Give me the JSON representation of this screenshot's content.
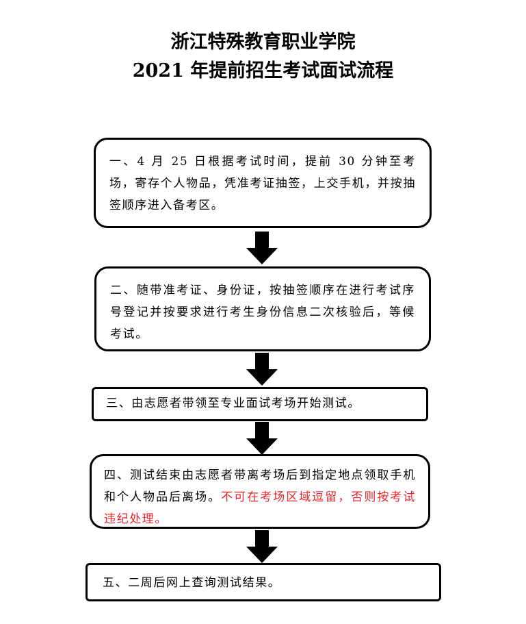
{
  "header": {
    "line1": "浙江特殊教育职业学院",
    "line2": "2021 年提前招生考试面试流程"
  },
  "steps": [
    {
      "text": "一、4 月 25 日根据考试时间，提前 30 分钟至考场，寄存个人物品，凭准考证抽签，上交手机，并按抽签顺序进入备考区。"
    },
    {
      "text": "二、随带准考证、身份证，按抽签顺序在进行考试序号登记并按要求进行考生身份信息二次核验后，等候考试。"
    },
    {
      "text": "三、由志愿者带领至专业面试考场开始测试。"
    },
    {
      "text": "四、测试结束由志愿者带离考场后到指定地点领取手机和个人物品后离场。",
      "warning": "不可在考场区域逗留，否则按考试违纪处理。"
    },
    {
      "text": "五、二周后网上查询测试结果。"
    }
  ],
  "colors": {
    "warning": "#e8242b",
    "border": "#000000",
    "arrow": "#000000"
  },
  "icons": {
    "connector": "down-arrow-icon"
  }
}
